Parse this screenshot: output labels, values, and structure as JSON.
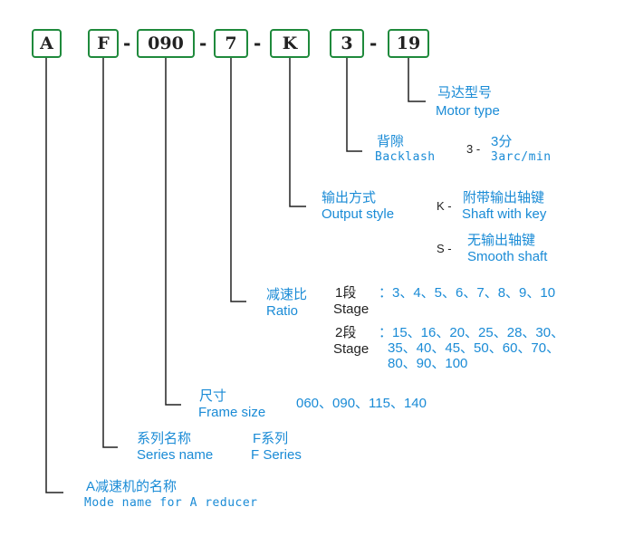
{
  "code_boxes": [
    "A",
    "F",
    "090",
    "7",
    "K",
    "3",
    "19"
  ],
  "separator": "-",
  "motor": {
    "cn": "马达型号",
    "en": "Motor type"
  },
  "backlash": {
    "cn": "背隙",
    "en": "Backlash",
    "option_code": "3 -",
    "option_cn": "3分",
    "option_en": "3arc/min"
  },
  "output": {
    "cn": "输出方式",
    "en": "Output style",
    "options": [
      {
        "code": "K -",
        "cn": "附带输出轴键",
        "en": "Shaft with key"
      },
      {
        "code": "S -",
        "cn": "无输出轴键",
        "en": "Smooth shaft"
      }
    ]
  },
  "ratio": {
    "cn": "减速比",
    "en": "Ratio",
    "stage1": {
      "cn": "1段",
      "en": "Stage",
      "values": "：3、4、5、6、7、8、9、10"
    },
    "stage2": {
      "cn": "2段",
      "en": "Stage",
      "values": [
        "：15、16、20、25、28、30、",
        "35、40、45、50、60、70、",
        "80、90、100"
      ]
    }
  },
  "frame": {
    "cn": "尺寸",
    "en": "Frame size",
    "values": "060、090、115、140"
  },
  "series": {
    "cn": "系列名称",
    "en": "Series name",
    "value_cn": "F系列",
    "value_en": "F Series"
  },
  "mode": {
    "cn": "A减速机的名称",
    "en": "Mode name for A reducer"
  },
  "colors": {
    "box_border": "#1f8a3c",
    "label_blue": "#1a8bd6",
    "line": "#222222"
  }
}
